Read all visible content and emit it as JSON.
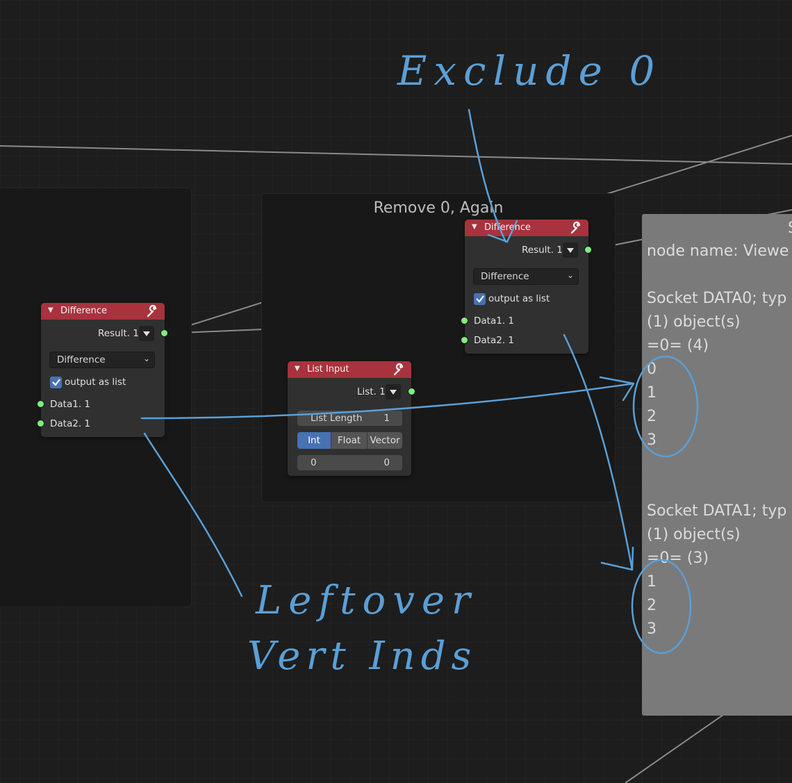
{
  "frames": [
    {
      "label": ""
    },
    {
      "label": "Remove 0, Again"
    }
  ],
  "node_left": {
    "header": "Difference",
    "output_label": "Result. 1",
    "mode": "Difference",
    "checkbox_label": "output as list",
    "checked": true,
    "inputs": [
      "Data1. 1",
      "Data2. 1"
    ]
  },
  "node_right": {
    "header": "Difference",
    "output_label": "Result. 1",
    "mode": "Difference",
    "checkbox_label": "output as list",
    "checked": true,
    "inputs": [
      "Data1. 1",
      "Data2. 1"
    ]
  },
  "node_list": {
    "header": "List Input",
    "output_label": "List. 1",
    "length_label": "List Length",
    "length_value": "1",
    "types": [
      "Int",
      "Float",
      "Vector"
    ],
    "active_type": "Int",
    "value_left": "0",
    "value_right": "0"
  },
  "viewer": {
    "top_fragment": "S",
    "node_name": "node name: Viewe",
    "socket0": "Socket DATA0; typ",
    "socket0_objects": "(1) object(s)",
    "socket0_header": "=0=   (4)",
    "socket0_values": [
      "0",
      "1",
      "2",
      "3"
    ],
    "socket1": "Socket DATA1; typ",
    "socket1_objects": "(1) object(s)",
    "socket1_header": "=0=   (3)",
    "socket1_values": [
      "1",
      "2",
      "3"
    ]
  },
  "annotations": {
    "exclude": "Exclude 0",
    "leftover_line1": "Leftover",
    "leftover_line2": "Vert Inds"
  },
  "colors": {
    "node_header": "#a8323d",
    "socket": "#7ef07a",
    "annotation": "#5b9fd6",
    "accent": "#4772b3"
  }
}
